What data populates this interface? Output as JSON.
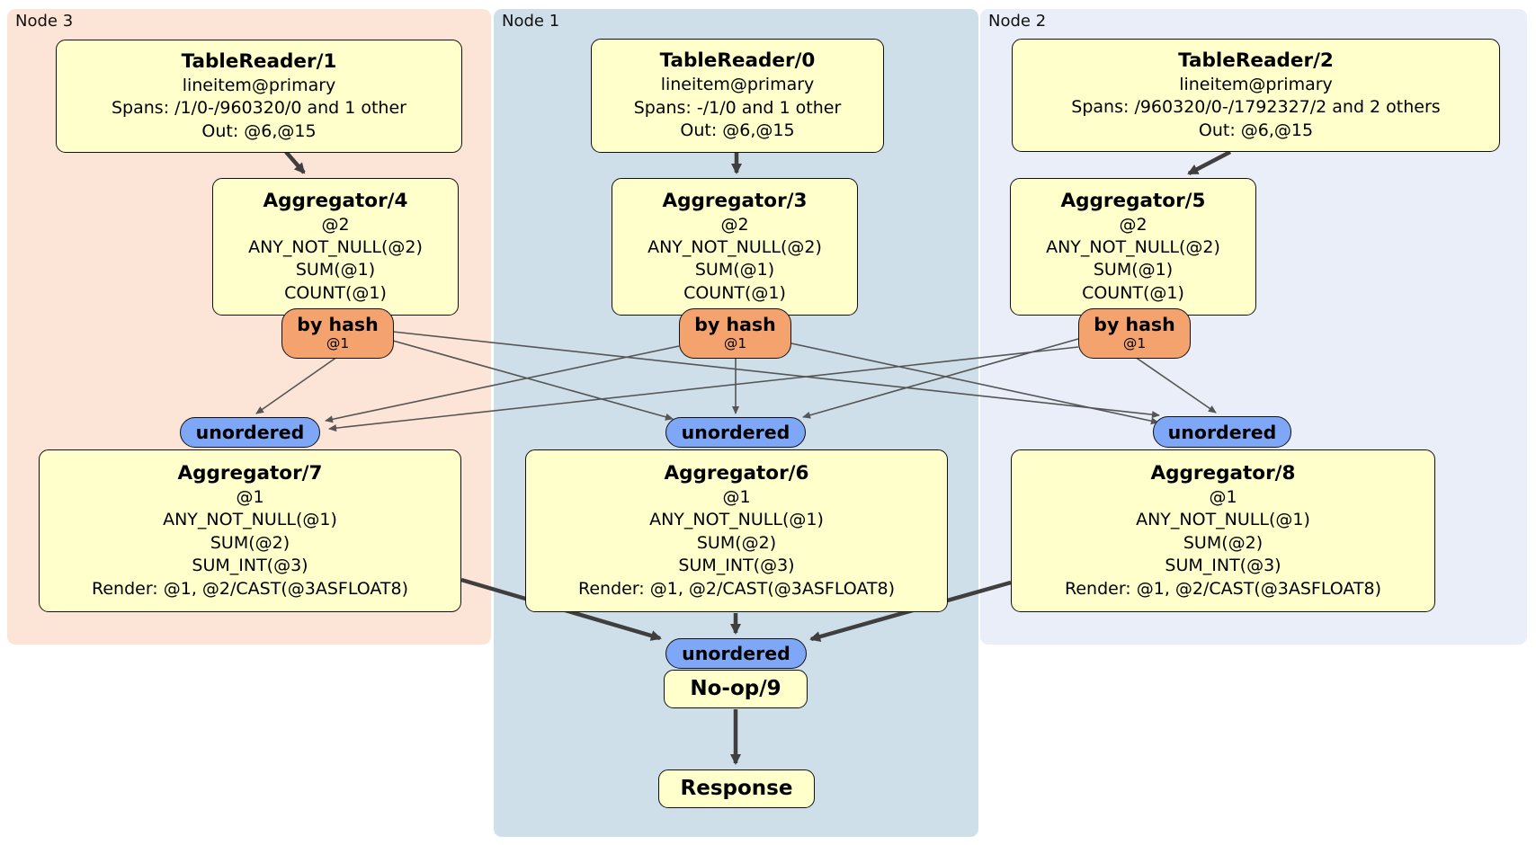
{
  "regions": {
    "node3": {
      "label": "Node 3"
    },
    "node1": {
      "label": "Node 1"
    },
    "node2": {
      "label": "Node 2"
    }
  },
  "processors": {
    "tr1": {
      "title": "TableReader/1",
      "lines": [
        "lineitem@primary",
        "Spans: /1/0-/960320/0 and 1 other",
        "Out: @6,@15"
      ]
    },
    "tr0": {
      "title": "TableReader/0",
      "lines": [
        "lineitem@primary",
        "Spans: -/1/0 and 1 other",
        "Out: @6,@15"
      ]
    },
    "tr2": {
      "title": "TableReader/2",
      "lines": [
        "lineitem@primary",
        "Spans: /960320/0-/1792327/2 and 2 others",
        "Out: @6,@15"
      ]
    },
    "agg4": {
      "title": "Aggregator/4",
      "lines": [
        "@2",
        "ANY_NOT_NULL(@2)",
        "SUM(@1)",
        "COUNT(@1)"
      ]
    },
    "agg3": {
      "title": "Aggregator/3",
      "lines": [
        "@2",
        "ANY_NOT_NULL(@2)",
        "SUM(@1)",
        "COUNT(@1)"
      ]
    },
    "agg5": {
      "title": "Aggregator/5",
      "lines": [
        "@2",
        "ANY_NOT_NULL(@2)",
        "SUM(@1)",
        "COUNT(@1)"
      ]
    },
    "agg7": {
      "title": "Aggregator/7",
      "lines": [
        "@1",
        "ANY_NOT_NULL(@1)",
        "SUM(@2)",
        "SUM_INT(@3)",
        "Render: @1, @2/CAST(@3ASFLOAT8)"
      ]
    },
    "agg6": {
      "title": "Aggregator/6",
      "lines": [
        "@1",
        "ANY_NOT_NULL(@1)",
        "SUM(@2)",
        "SUM_INT(@3)",
        "Render: @1, @2/CAST(@3ASFLOAT8)"
      ]
    },
    "agg8": {
      "title": "Aggregator/8",
      "lines": [
        "@1",
        "ANY_NOT_NULL(@1)",
        "SUM(@2)",
        "SUM_INT(@3)",
        "Render: @1, @2/CAST(@3ASFLOAT8)"
      ]
    },
    "noop9": {
      "title": "No-op/9"
    },
    "response": {
      "title": "Response"
    }
  },
  "routers": {
    "hash4": {
      "label": "by hash",
      "detail": "@1"
    },
    "hash3": {
      "label": "by hash",
      "detail": "@1"
    },
    "hash5": {
      "label": "by hash",
      "detail": "@1"
    }
  },
  "streams": {
    "sync7": {
      "label": "unordered"
    },
    "sync6": {
      "label": "unordered"
    },
    "sync8": {
      "label": "unordered"
    },
    "syncFinal": {
      "label": "unordered"
    }
  },
  "colors": {
    "node3_bg": "#fce4d6",
    "node1_bg": "#cfdfe9",
    "node2_bg": "#e9eef9",
    "processor_box_bg": "#ffffcc",
    "router_bg": "#f4a26e",
    "sync_bg": "#7ea7f7",
    "edge_thin": "#555555",
    "edge_thick": "#3f3f3f",
    "border": "#111111"
  }
}
